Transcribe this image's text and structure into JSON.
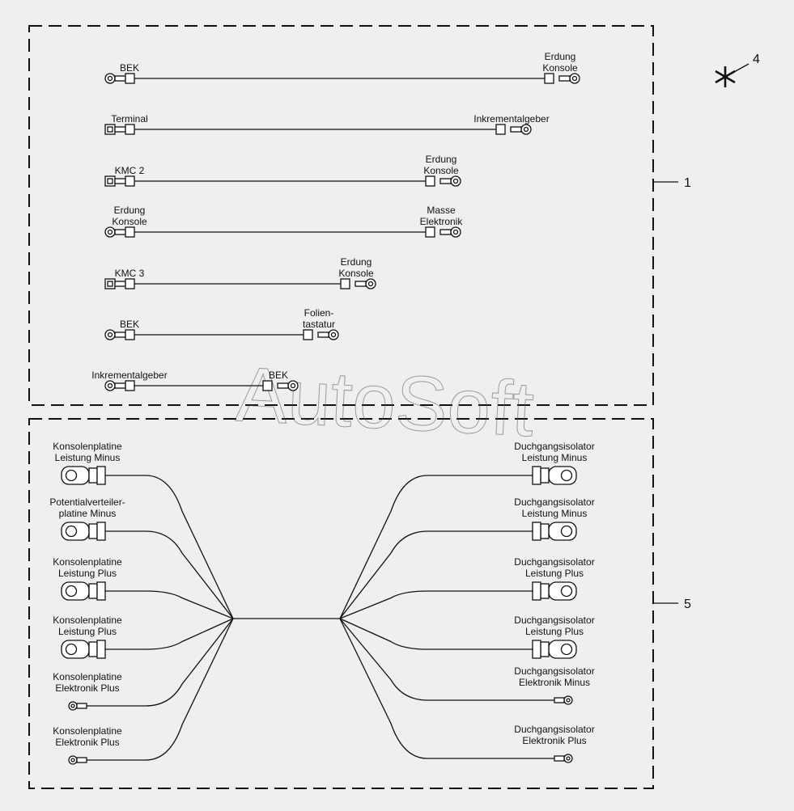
{
  "group1": {
    "callout": "1",
    "cables": [
      {
        "left": [
          "BEK"
        ],
        "right": [
          "Erdung",
          "Konsole"
        ]
      },
      {
        "left": [
          "Terminal"
        ],
        "right": [
          "Inkrementalgeber"
        ]
      },
      {
        "left": [
          "KMC 2"
        ],
        "right": [
          "Erdung",
          "Konsole"
        ]
      },
      {
        "left": [
          "Erdung",
          "Konsole"
        ],
        "right": [
          "Masse",
          "Elektronik"
        ]
      },
      {
        "left": [
          "KMC 3"
        ],
        "right": [
          "Erdung",
          "Konsole"
        ]
      },
      {
        "left": [
          "BEK"
        ],
        "right": [
          "Folien-",
          "tastatur"
        ]
      },
      {
        "left": [
          "Inkrementalgeber"
        ],
        "right": [
          "BEK"
        ]
      }
    ]
  },
  "group5": {
    "callout": "5",
    "left_terminals": [
      [
        "Konsolenplatine",
        "Leistung Minus"
      ],
      [
        "Potentialverteiler-",
        "platine Minus"
      ],
      [
        "Konsolenplatine",
        "Leistung Plus"
      ],
      [
        "Konsolenplatine",
        "Leistung Plus"
      ],
      [
        "Konsolenplatine",
        "Elektronik Plus"
      ],
      [
        "Konsolenplatine",
        "Elektronik Plus"
      ]
    ],
    "right_terminals": [
      [
        "Duchgangsisolator",
        "Leistung Minus"
      ],
      [
        "Duchgangsisolator",
        "Leistung Minus"
      ],
      [
        "Duchgangsisolator",
        "Leistung Plus"
      ],
      [
        "Duchgangsisolator",
        "Leistung Plus"
      ],
      [
        "Duchgangsisolator",
        "Elektronik Minus"
      ],
      [
        "Duchgangsisolator",
        "Elektronik Plus"
      ]
    ]
  },
  "callout_asterisk": "4",
  "watermark": "AutoSoft"
}
